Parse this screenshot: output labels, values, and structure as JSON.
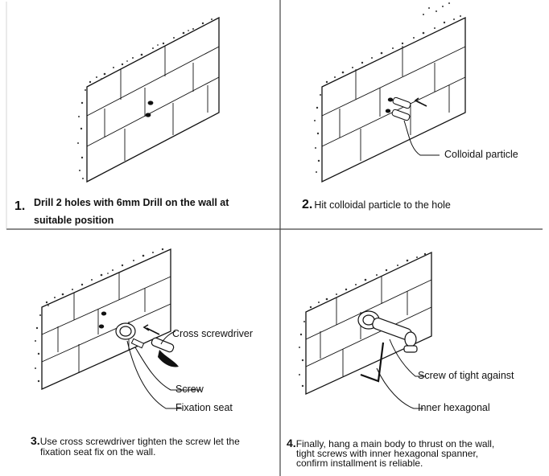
{
  "steps": [
    {
      "number": "1.",
      "line1": "Drill 2 holes with 6mm Drill on the wall at",
      "line2": "suitable position"
    },
    {
      "number": "2.",
      "text": "Hit colloidal particle to the hole"
    },
    {
      "number": "3.",
      "line1": "Use cross screwdriver tighten the screw let the",
      "line2": "fixation seat fix on the wall."
    },
    {
      "number": "4.",
      "line1": "Finally, hang a main body to thrust on the wall,",
      "line2": "tight screws with inner hexagonal spanner,",
      "line3": "confirm installment is reliable."
    }
  ],
  "callouts": {
    "colloidal_particle": "Colloidal particle",
    "cross_screwdriver": "Cross screwdriver",
    "screw": "Screw",
    "fixation_seat": "Fixation seat",
    "screw_of_tight_against": "Screw of tight against",
    "inner_hexagonal": "Inner hexagonal"
  }
}
